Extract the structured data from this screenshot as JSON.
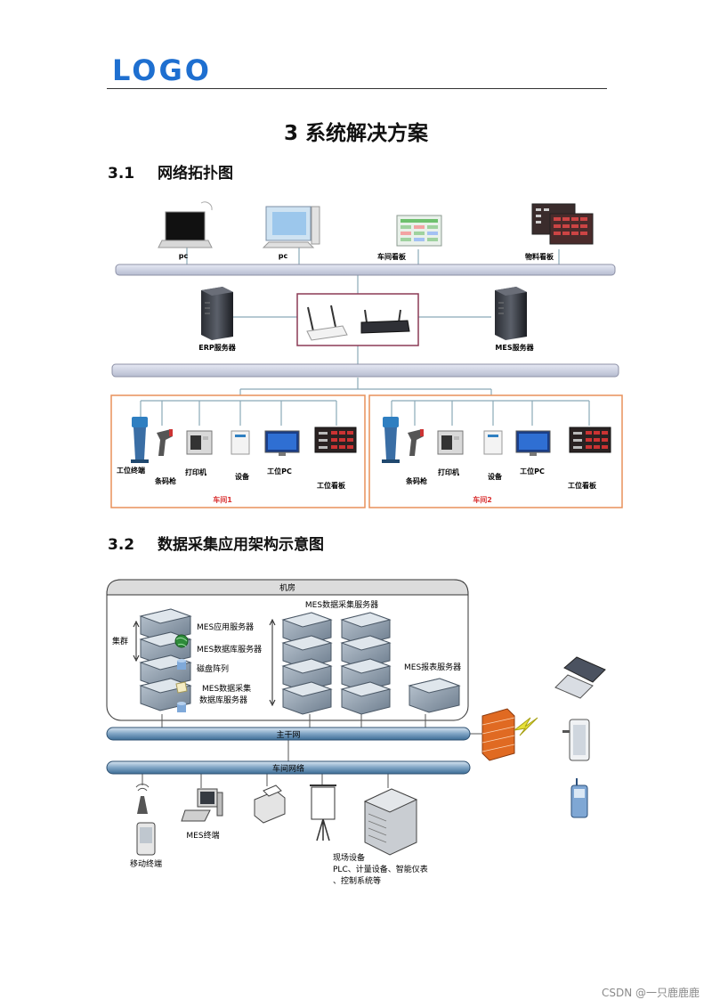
{
  "header": {
    "logo": "LOGO"
  },
  "chapter_title": "3  系统解决方案",
  "sections": [
    {
      "number": "3.1",
      "title": "网络拓扑图"
    },
    {
      "number": "3.2",
      "title": "数据采集应用架构示意图"
    }
  ],
  "topology": {
    "top_devices": [
      "pc",
      "pc",
      "车间看板",
      "物料看板"
    ],
    "erp_server": "ERP服务器",
    "mes_server": "MES服务器",
    "workshop1": {
      "label": "车间1",
      "devices": [
        "工位终端",
        "条码枪",
        "打印机",
        "设备",
        "工位PC",
        "工位看板"
      ]
    },
    "workshop2": {
      "label": "车间2",
      "devices": [
        "条码枪",
        "打印机",
        "设备",
        "工位PC",
        "工位看板"
      ]
    }
  },
  "architecture": {
    "machine_room": "机房",
    "collection_servers": "MES数据采集服务器",
    "cluster": "集群",
    "app_server": "MES应用服务器",
    "db_server": "MES数据库服务器",
    "disk_array": "磁盘阵列",
    "collect_db_line1": "MES数据采集",
    "collect_db_line2": "数据库服务器",
    "report_server": "MES报表服务器",
    "backbone": "主干网",
    "workshop_network": "车间网络",
    "mobile_terminal": "移动终端",
    "mes_terminal": "MES终端",
    "field_line1": "现场设备",
    "field_line2": "PLC、计量设备、智能仪表",
    "field_line3": "、控制系统等"
  },
  "watermark": "CSDN @一只鹿鹿鹿"
}
